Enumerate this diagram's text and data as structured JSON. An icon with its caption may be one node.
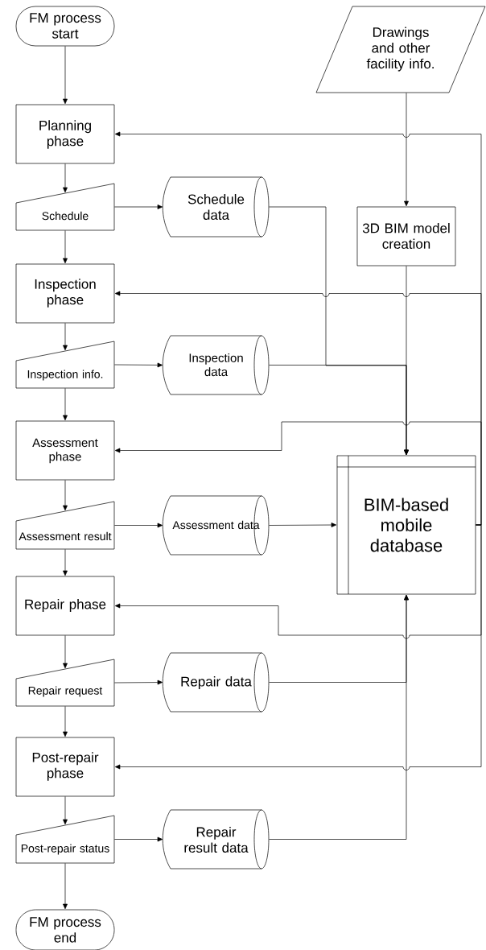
{
  "diagram": {
    "nodes": [
      {
        "text": [
          "FM process start"
        ]
      },
      {
        "text": [
          "Drawings and other facility info."
        ]
      },
      {
        "text": [
          "Planning phase"
        ]
      },
      {
        "text": [
          "Schedule"
        ]
      },
      {
        "text": [
          "Schedule data"
        ]
      },
      {
        "text": [
          "3D BIM model creation"
        ]
      },
      {
        "text": [
          "Inspection phase"
        ]
      },
      {
        "text": [
          "Inspection info."
        ]
      },
      {
        "text": [
          "Inspection data"
        ]
      },
      {
        "text": [
          "Assessment phase"
        ]
      },
      {
        "text": [
          "Assessment result"
        ]
      },
      {
        "text": [
          "Assessment data"
        ]
      },
      {
        "text": [
          "BIM-based mobile database"
        ]
      },
      {
        "text": [
          "Repair phase"
        ]
      },
      {
        "text": [
          "Repair request"
        ]
      },
      {
        "text": [
          "Repair data"
        ]
      },
      {
        "text": [
          "Post-repair phase"
        ]
      },
      {
        "text": [
          "Post-repair status"
        ]
      },
      {
        "text": [
          "Repair result data"
        ]
      },
      {
        "text": [
          "FM process end"
        ]
      }
    ],
    "edges": [
      {
        "from": 0,
        "to": 2,
        "arrow": "to"
      },
      {
        "from": 2,
        "to": 3,
        "arrow": "to"
      },
      {
        "from": 3,
        "to": 6,
        "arrow": "to"
      },
      {
        "from": 6,
        "to": 7,
        "arrow": "to"
      },
      {
        "from": 7,
        "to": 9,
        "arrow": "to"
      },
      {
        "from": 9,
        "to": 10,
        "arrow": "to"
      },
      {
        "from": 10,
        "to": 13,
        "arrow": "to"
      },
      {
        "from": 13,
        "to": 14,
        "arrow": "to"
      },
      {
        "from": 14,
        "to": 16,
        "arrow": "to"
      },
      {
        "from": 16,
        "to": 17,
        "arrow": "to"
      },
      {
        "from": 17,
        "to": 19,
        "arrow": "to"
      },
      {
        "from": 3,
        "to": 4,
        "arrow": "to"
      },
      {
        "from": 7,
        "to": 8,
        "arrow": "to"
      },
      {
        "from": 10,
        "to": 11,
        "arrow": "to"
      },
      {
        "from": 14,
        "to": 15,
        "arrow": "to"
      },
      {
        "from": 17,
        "to": 18,
        "arrow": "to"
      },
      {
        "from": 1,
        "to": 5,
        "arrow": "to"
      },
      {
        "from": 4,
        "to": 12,
        "arrow": "to"
      },
      {
        "from": 5,
        "to": 12,
        "arrow": "to"
      },
      {
        "from": 8,
        "to": 12,
        "arrow": "to"
      },
      {
        "from": 11,
        "to": 12,
        "arrow": "to"
      },
      {
        "from": 15,
        "to": 12,
        "arrow": "to"
      },
      {
        "from": 18,
        "to": 12,
        "arrow": "to"
      },
      {
        "from": 12,
        "to": 2,
        "arrow": "to"
      },
      {
        "from": 12,
        "to": 6,
        "arrow": "to"
      },
      {
        "from": 12,
        "to": 9,
        "arrow": "to"
      },
      {
        "from": 12,
        "to": 13,
        "arrow": "to"
      },
      {
        "from": 12,
        "to": 16,
        "arrow": "to"
      }
    ]
  }
}
